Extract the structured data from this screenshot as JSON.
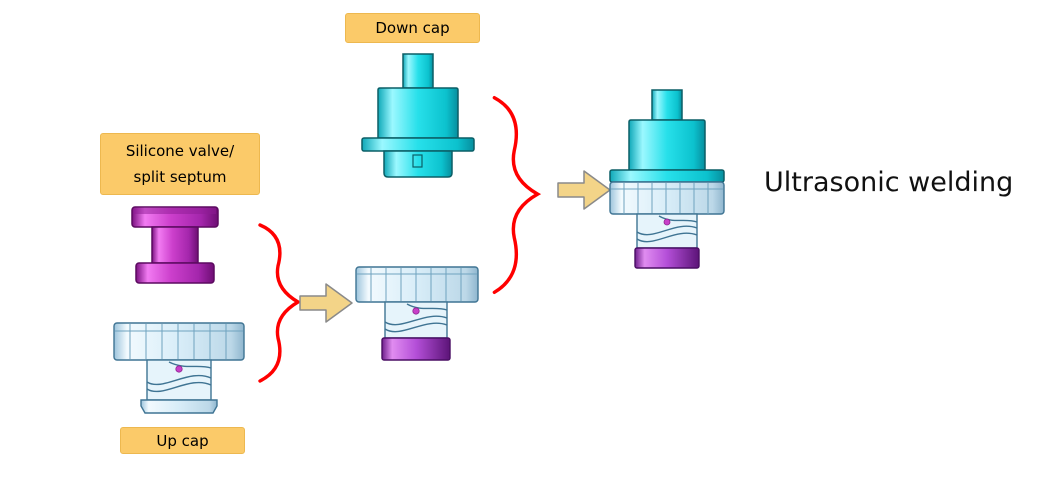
{
  "labels": {
    "down_cap": "Down cap",
    "silicone_valve_line1": "Silicone valve/",
    "silicone_valve_line2": "split septum",
    "up_cap": "Up cap",
    "result": "Ultrasonic welding"
  },
  "colors": {
    "label_background": "#FBCA69",
    "label_border": "#EDB84F",
    "brace_red": "#FF0000",
    "arrow_fill": "#F3D488",
    "arrow_outline": "#8A8A8A",
    "cyan_part": "#29E0EA",
    "cyan_outline": "#0B5E66",
    "light_blue_part": "#D8EDF8",
    "light_blue_outline": "#3F7493",
    "magenta_part": "#CC3FCC",
    "magenta_outline": "#5C0A60",
    "purple_part": "#B44FD8",
    "text": "#111111"
  },
  "parts": {
    "down_cap": "Down cap component (cyan)",
    "silicone_valve": "Silicone valve / split septum (magenta)",
    "up_cap": "Up cap component (light blue, threaded)",
    "subassembly": "Up cap with silicone valve inserted",
    "final_assembly": "Complete welded connector"
  }
}
